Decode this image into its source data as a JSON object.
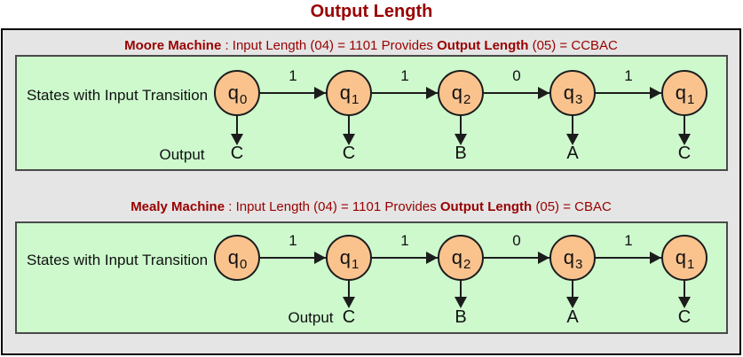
{
  "title": "Output Length",
  "colors": {
    "accent": "#990000",
    "panel_green": "#CDF9CD",
    "state_fill": "#FAC38E",
    "outer_gray": "#E5E5E5"
  },
  "moore": {
    "header": {
      "bold1": "Moore Machine",
      "mid": " : Input Length (04) = 1101 Provides ",
      "bold2": "Output Length",
      "end": " (05) = CCBAC"
    },
    "row_label": "States with Input Transition",
    "output_label": "Output",
    "states": [
      {
        "base": "q",
        "sub": "0"
      },
      {
        "base": "q",
        "sub": "1"
      },
      {
        "base": "q",
        "sub": "2"
      },
      {
        "base": "q",
        "sub": "3"
      },
      {
        "base": "q",
        "sub": "1"
      }
    ],
    "inputs": [
      "1",
      "1",
      "0",
      "1"
    ],
    "outputs": [
      "C",
      "C",
      "B",
      "A",
      "C"
    ]
  },
  "mealy": {
    "header": {
      "bold1": "Mealy Machine",
      "mid": " : Input Length (04) = 1101 Provides ",
      "bold2": "Output Length",
      "end": " (05) = CBAC"
    },
    "row_label": "States with Input Transition",
    "output_label": "Output",
    "states": [
      {
        "base": "q",
        "sub": "0"
      },
      {
        "base": "q",
        "sub": "1"
      },
      {
        "base": "q",
        "sub": "2"
      },
      {
        "base": "q",
        "sub": "3"
      },
      {
        "base": "q",
        "sub": "1"
      }
    ],
    "inputs": [
      "1",
      "1",
      "0",
      "1"
    ],
    "outputs": [
      "C",
      "B",
      "A",
      "C"
    ]
  }
}
